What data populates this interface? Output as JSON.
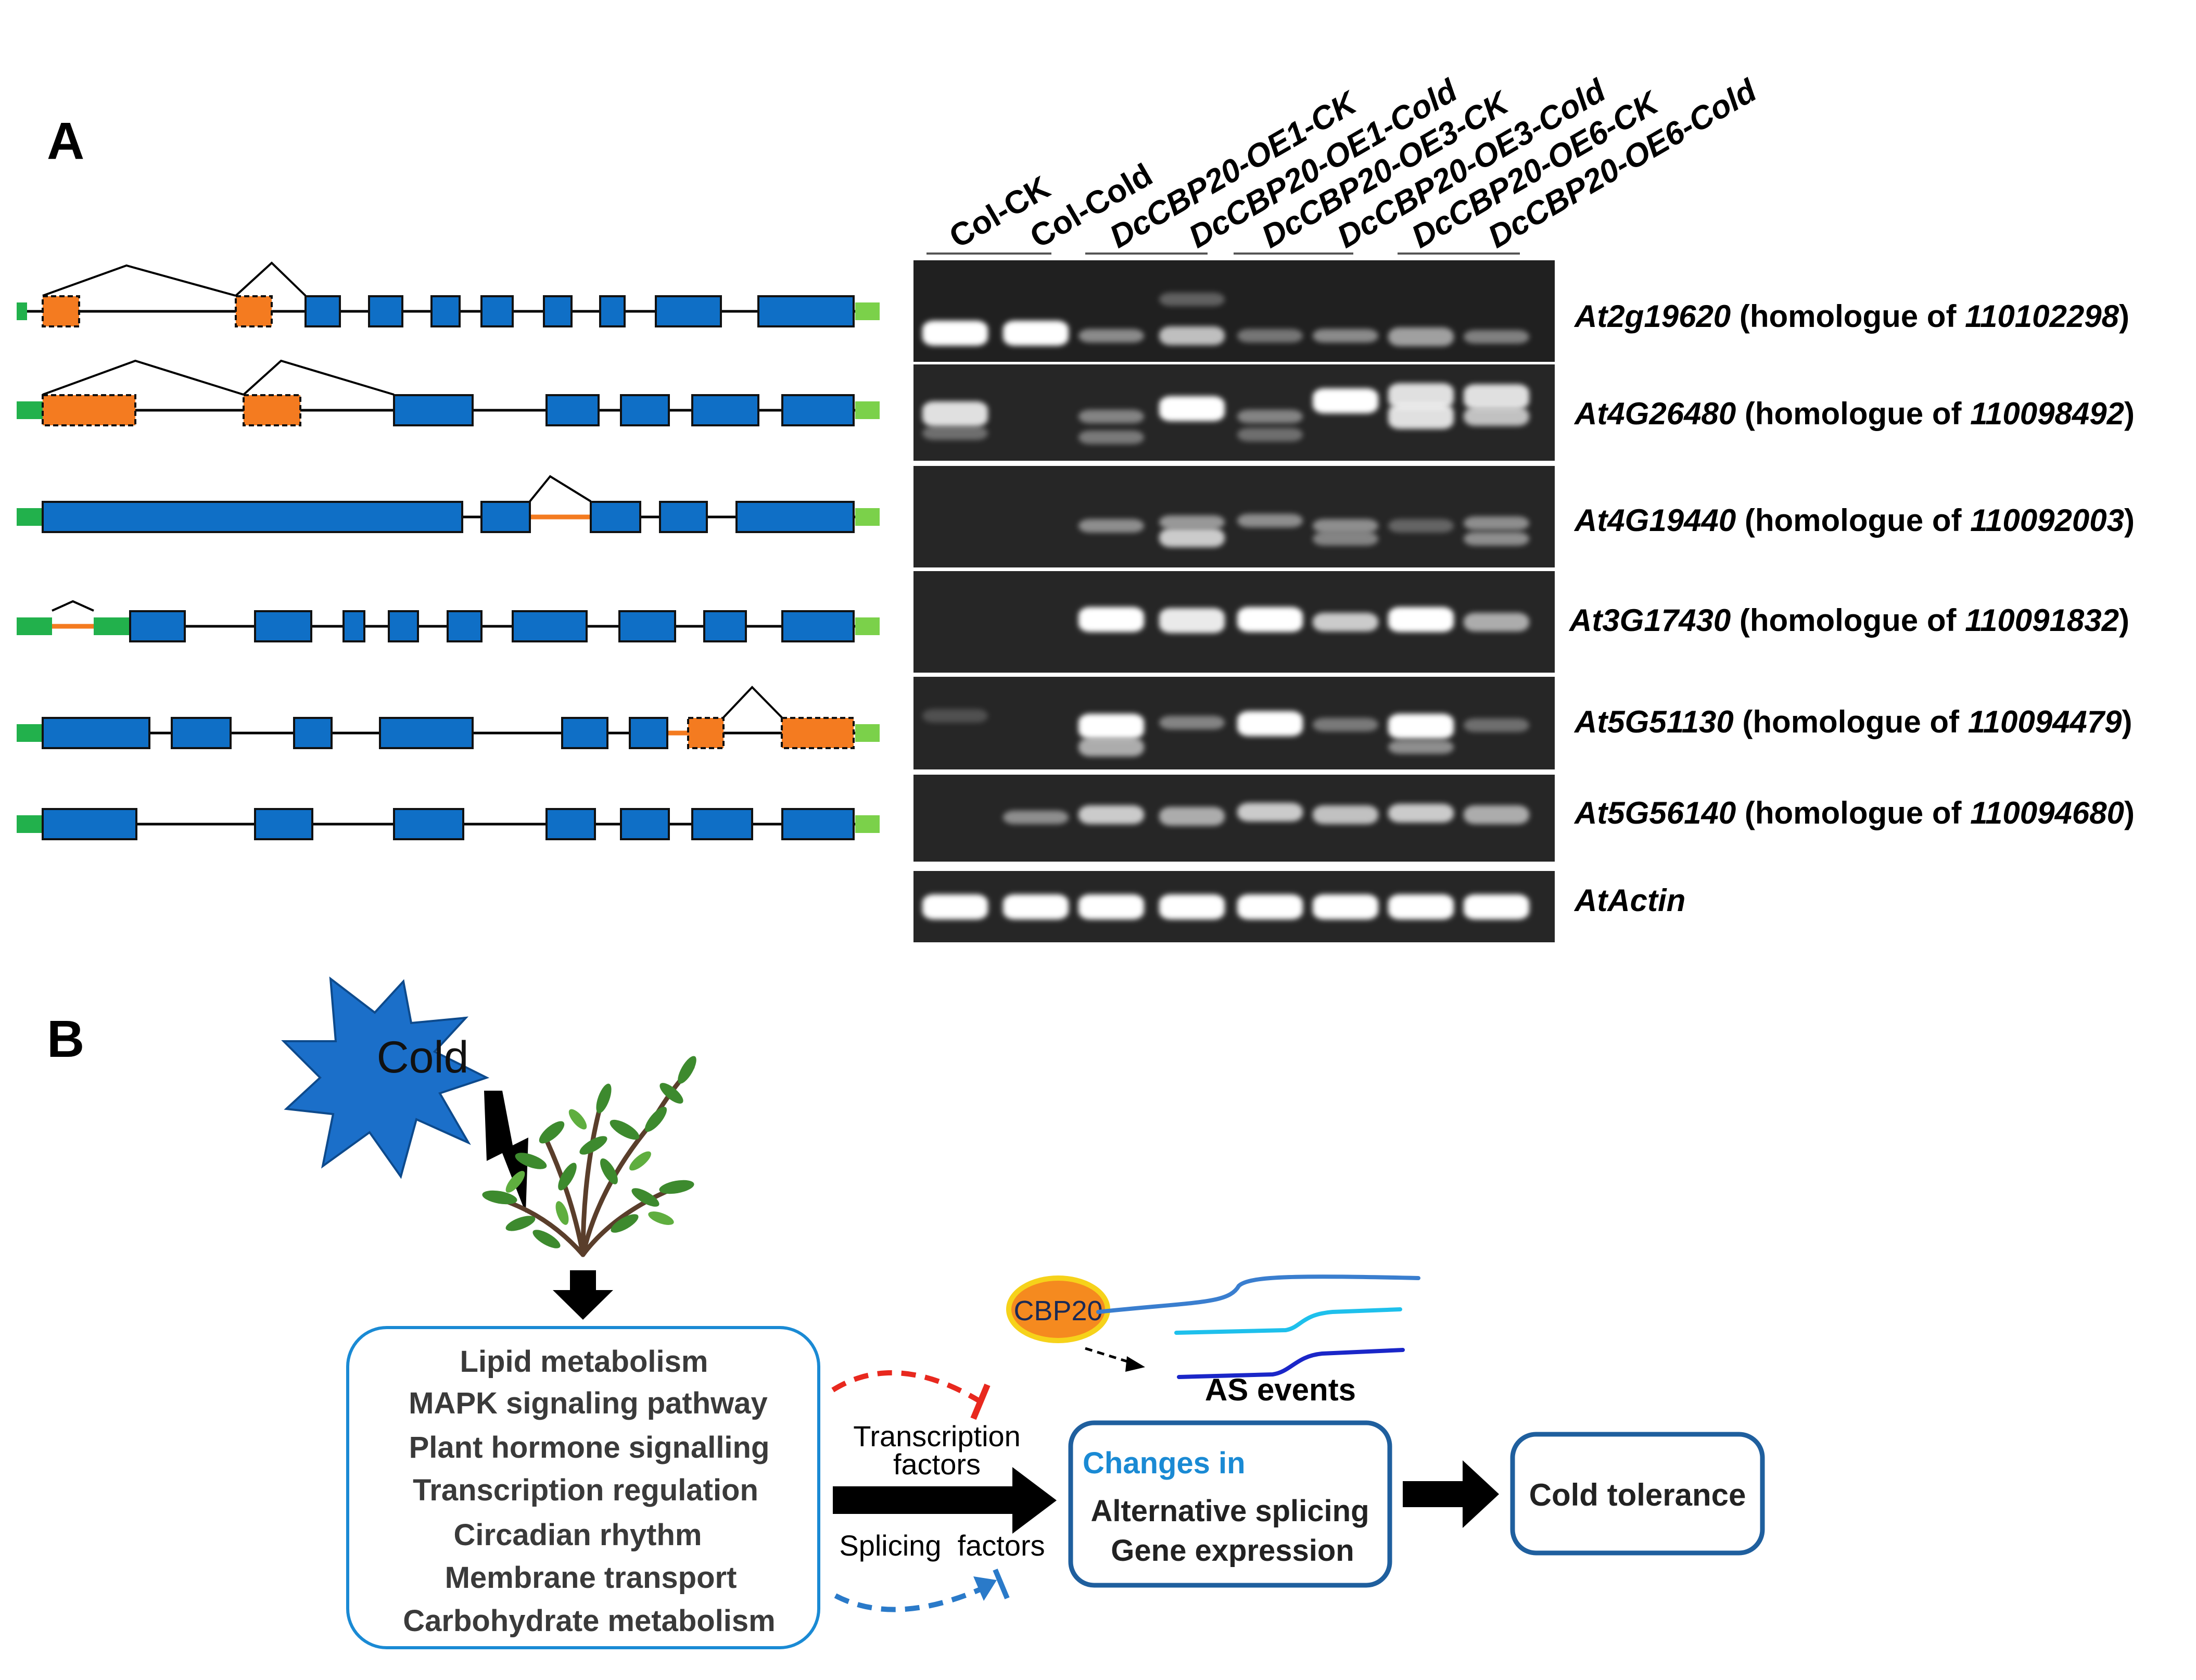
{
  "panel_a": {
    "label": "A",
    "lanes": [
      "Col-CK",
      "Col-Cold",
      "DcCBP20-OE1-CK",
      "DcCBP20-OE1-Cold",
      "DcCBP20-OE3-CK",
      "DcCBP20-OE3-Cold",
      "DcCBP20-OE6-CK",
      "DcCBP20-OE6-Cold"
    ],
    "genes": [
      {
        "gene": "At2g19620",
        "mid": " (homologue of ",
        "hom": "110102298",
        "end": ")"
      },
      {
        "gene": "At4G26480",
        "mid": " (homologue of ",
        "hom": "110098492",
        "end": ")"
      },
      {
        "gene": "At4G19440",
        "mid": " (homologue of ",
        "hom": "110092003",
        "end": ")"
      },
      {
        "gene": "At3G17430",
        "mid": " (homologue of ",
        "hom": "110091832",
        "end": ")"
      },
      {
        "gene": "At5G51130",
        "mid": " (homologue of ",
        "hom": "110094479",
        "end": ")"
      },
      {
        "gene": "At5G56140",
        "mid": " (homologue of ",
        "hom": "110094680",
        "end": ")"
      }
    ],
    "control": "AtActin",
    "colors": {
      "exon": "#0f6fc6",
      "alt_exon": "#f47b20",
      "utr": "#22b14c",
      "utr_light": "#7bd14a",
      "gel_bg": "#222222"
    }
  },
  "panel_b": {
    "label": "B",
    "stress": "Cold",
    "pathways": [
      "Lipid metabolism",
      "MAPK signaling pathway",
      "Plant hormone signalling",
      "Transcription regulation",
      "Circadian rhythm",
      "Membrane transport",
      "Carbohydrate metabolism"
    ],
    "tf_label_1": "Transcription",
    "tf_label_2": "factors",
    "sf_label": "Splicing  factors",
    "cbp": "CBP20",
    "as_events": "AS events",
    "changes_title": "Changes in",
    "changes_1": "Alternative splicing",
    "changes_2": "Gene expression",
    "outcome": "Cold tolerance",
    "colors": {
      "box": "#1f5f9e",
      "accent": "#1a8ad4",
      "inhibit": "#e8281e",
      "promote": "#2a7ac9",
      "star": "#1b6fc9",
      "cbp_fill": "#f58a1f"
    }
  }
}
